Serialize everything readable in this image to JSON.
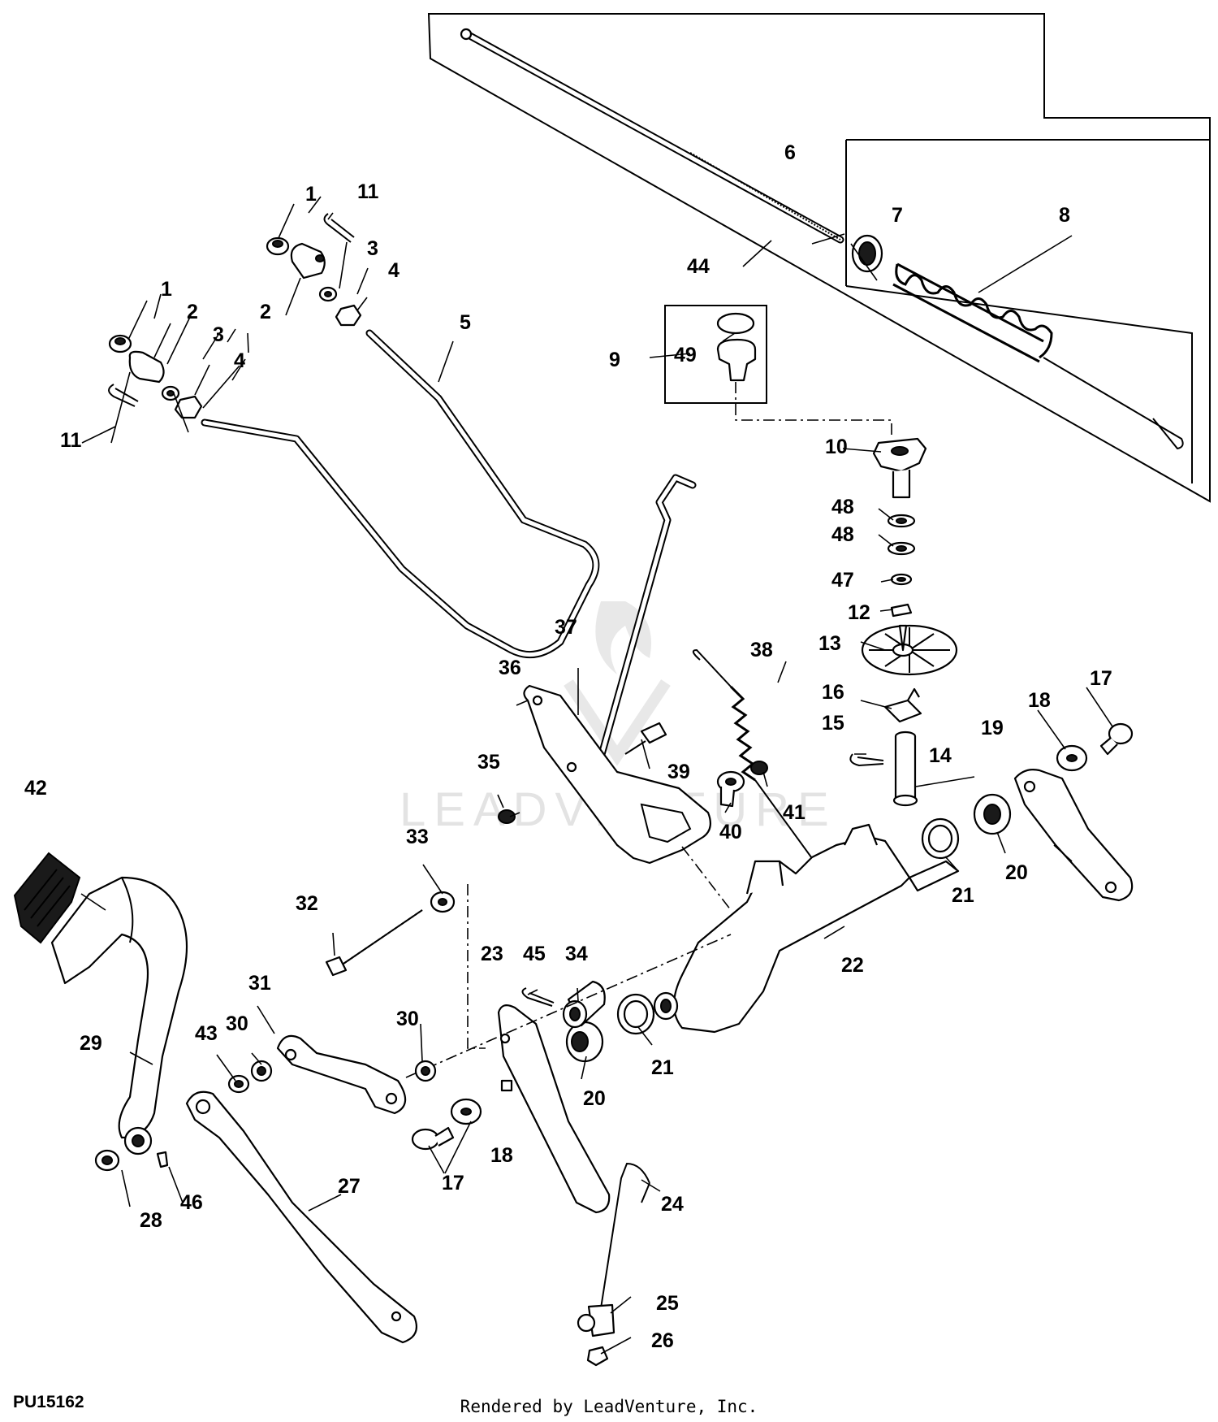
{
  "figure_id": "PU15162",
  "credit": "Rendered by LeadVenture, Inc.",
  "watermark": "LEADVENTURE",
  "callouts": [
    "1",
    "1",
    "2",
    "2",
    "3",
    "3",
    "4",
    "4",
    "5",
    "6",
    "7",
    "8",
    "9",
    "10",
    "11",
    "11",
    "12",
    "13",
    "14",
    "15",
    "16",
    "17",
    "17",
    "18",
    "18",
    "19",
    "20",
    "20",
    "21",
    "21",
    "22",
    "23",
    "24",
    "25",
    "26",
    "27",
    "28",
    "29",
    "30",
    "30",
    "31",
    "32",
    "33",
    "34",
    "35",
    "36",
    "37",
    "38",
    "39",
    "40",
    "41",
    "42",
    "43",
    "44",
    "45",
    "46",
    "47",
    "48",
    "48",
    "49"
  ]
}
